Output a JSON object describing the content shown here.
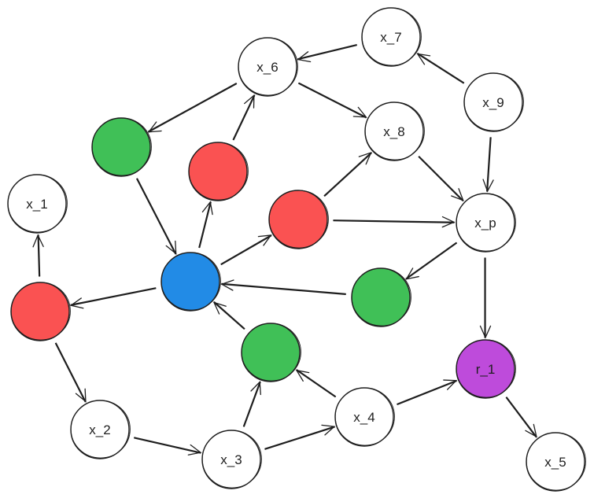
{
  "diagram": {
    "type": "directed-graph",
    "style": "hand-drawn",
    "colors": {
      "white": "#ffffff",
      "green": "#40c057",
      "red": "#fa5252",
      "blue": "#228be6",
      "purple": "#be4bdb",
      "stroke": "#1e1e1e"
    },
    "nodes": [
      {
        "id": "x_6",
        "label": "x_6",
        "color": "white"
      },
      {
        "id": "x_7",
        "label": "x_7",
        "color": "white"
      },
      {
        "id": "x_9",
        "label": "x_9",
        "color": "white"
      },
      {
        "id": "x_8",
        "label": "x_8",
        "color": "white"
      },
      {
        "id": "x_p",
        "label": "x_p",
        "color": "white"
      },
      {
        "id": "x_1",
        "label": "x_1",
        "color": "white"
      },
      {
        "id": "g1",
        "label": "",
        "color": "green"
      },
      {
        "id": "r_top",
        "label": "",
        "color": "red"
      },
      {
        "id": "r_mid",
        "label": "",
        "color": "red"
      },
      {
        "id": "b",
        "label": "",
        "color": "blue"
      },
      {
        "id": "r_left",
        "label": "",
        "color": "red"
      },
      {
        "id": "g_right",
        "label": "",
        "color": "green"
      },
      {
        "id": "g_bottom",
        "label": "",
        "color": "green"
      },
      {
        "id": "r_1",
        "label": "r_1",
        "color": "purple"
      },
      {
        "id": "x_2",
        "label": "x_2",
        "color": "white"
      },
      {
        "id": "x_3",
        "label": "x_3",
        "color": "white"
      },
      {
        "id": "x_4",
        "label": "x_4",
        "color": "white"
      },
      {
        "id": "x_5",
        "label": "x_5",
        "color": "white"
      }
    ],
    "edges": [
      {
        "from": "x_7",
        "to": "x_6"
      },
      {
        "from": "x_9",
        "to": "x_7"
      },
      {
        "from": "x_6",
        "to": "x_8"
      },
      {
        "from": "x_6",
        "to": "g1"
      },
      {
        "from": "r_top",
        "to": "x_6"
      },
      {
        "from": "x_9",
        "to": "x_p"
      },
      {
        "from": "x_8",
        "to": "x_p"
      },
      {
        "from": "r_mid",
        "to": "x_8"
      },
      {
        "from": "r_mid",
        "to": "x_p"
      },
      {
        "from": "g1",
        "to": "b"
      },
      {
        "from": "b",
        "to": "r_top"
      },
      {
        "from": "b",
        "to": "r_mid"
      },
      {
        "from": "b",
        "to": "r_left"
      },
      {
        "from": "g_right",
        "to": "b"
      },
      {
        "from": "x_p",
        "to": "g_right"
      },
      {
        "from": "x_p",
        "to": "r_1"
      },
      {
        "from": "g_bottom",
        "to": "b"
      },
      {
        "from": "r_left",
        "to": "x_1"
      },
      {
        "from": "r_left",
        "to": "x_2"
      },
      {
        "from": "x_2",
        "to": "x_3"
      },
      {
        "from": "x_3",
        "to": "g_bottom"
      },
      {
        "from": "x_3",
        "to": "x_4"
      },
      {
        "from": "x_4",
        "to": "g_bottom"
      },
      {
        "from": "x_4",
        "to": "r_1"
      },
      {
        "from": "r_1",
        "to": "x_5"
      }
    ]
  }
}
